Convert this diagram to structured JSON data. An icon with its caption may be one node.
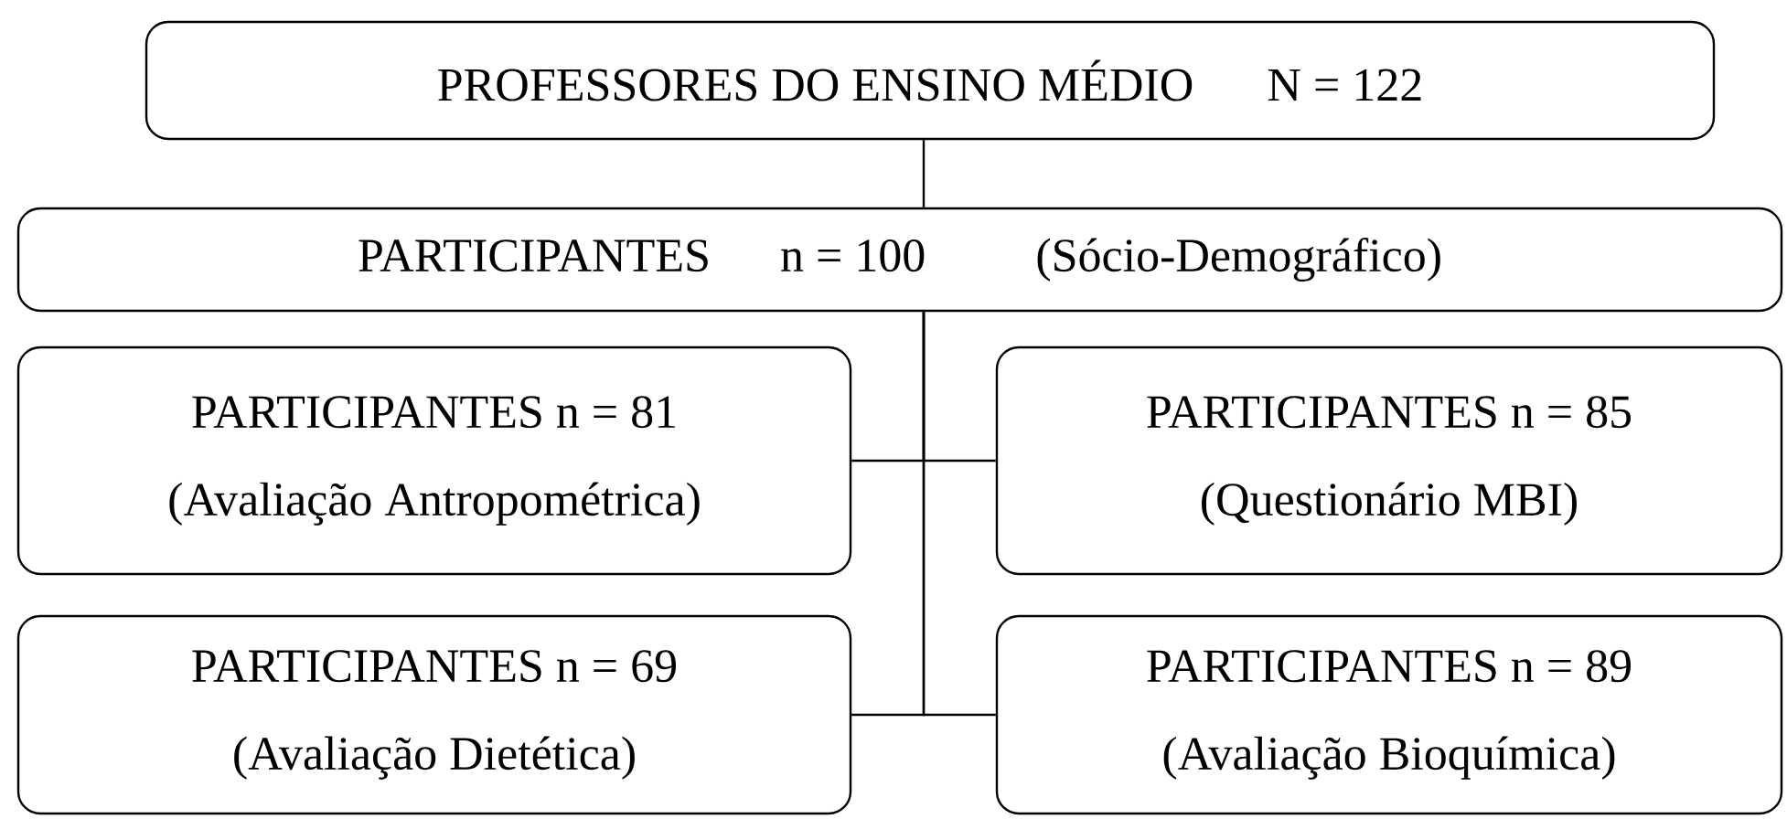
{
  "diagram": {
    "nodes": [
      {
        "text": [
          "PROFESSORES DO ENSINO MÉDIO",
          "N = 122"
        ]
      },
      {
        "text": [
          "PARTICIPANTES",
          "n = 100",
          "(Sócio-Demográfico)"
        ]
      },
      {
        "text": [
          "PARTICIPANTES  n = 81",
          "(Avaliação Antropométrica)"
        ]
      },
      {
        "text": [
          "PARTICIPANTES n = 85",
          "(Questionário MBI)"
        ]
      },
      {
        "text": [
          "PARTICIPANTES  n =  69",
          "(Avaliação Dietética)"
        ]
      },
      {
        "text": [
          "PARTICIPANTES n = 89",
          "(Avaliação Bioquímica)"
        ]
      }
    ],
    "edges": [
      {
        "from": 0,
        "to": 1,
        "arrow": "none"
      },
      {
        "from": 1,
        "to": 2,
        "arrow": "none"
      },
      {
        "from": 1,
        "to": 3,
        "arrow": "none"
      },
      {
        "from": 1,
        "to": 4,
        "arrow": "none"
      },
      {
        "from": 1,
        "to": 5,
        "arrow": "none"
      }
    ]
  }
}
